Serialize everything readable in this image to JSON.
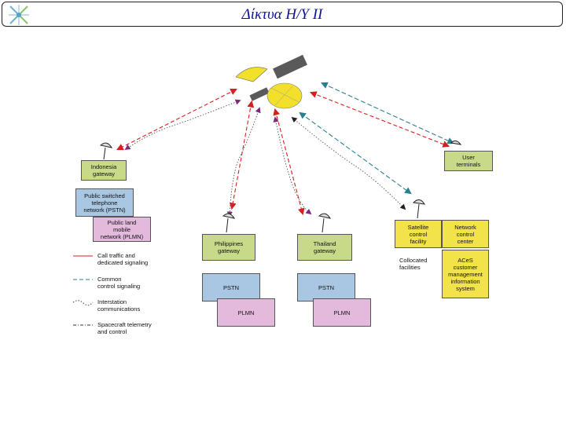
{
  "header": {
    "title": "Δίκτυα Η/Υ ΙΙ"
  },
  "nodes": {
    "indonesia_gateway": "Indonesia\ngateway",
    "indonesia_pstn": "Public switched\ntelephone\nnetwork (PSTN)",
    "indonesia_plmn": "Public land\nmobile\nnetwork (PLMN)",
    "philippines_gateway": "Philippines\ngateway",
    "philippines_pstn": "PSTN",
    "philippines_plmn": "PLMN",
    "thailand_gateway": "Thailand\ngateway",
    "thailand_pstn": "PSTN",
    "thailand_plmn": "PLMN",
    "user_terminals": "User\nterminals",
    "satellite_control": "Satellite\ncontrol\nfacility",
    "network_control": "Network\ncontrol\ncenter",
    "aces_customer": "ACeS\ncustomer\nmanagement\ninformation\nsystem",
    "collocated": "Collocated\nfacilities"
  },
  "legend": {
    "call_traffic": "Call traffic and\ndedicated signaling",
    "common_control": "Common\ncontrol signaling",
    "interstation": "Interstation\ncommunications",
    "telemetry": "Spacecraft telemetry\nand control"
  },
  "colors": {
    "title": "#1010a0",
    "gateway_fill": "#c9d98a",
    "pstn_fill": "#a9c7e3",
    "plmn_fill": "#e3b9dc",
    "facility_fill": "#f2e34a",
    "call_traffic": "#d42020",
    "common_control": "#2a8090",
    "interstation": "#7a2a7a",
    "telemetry": "#333333"
  }
}
